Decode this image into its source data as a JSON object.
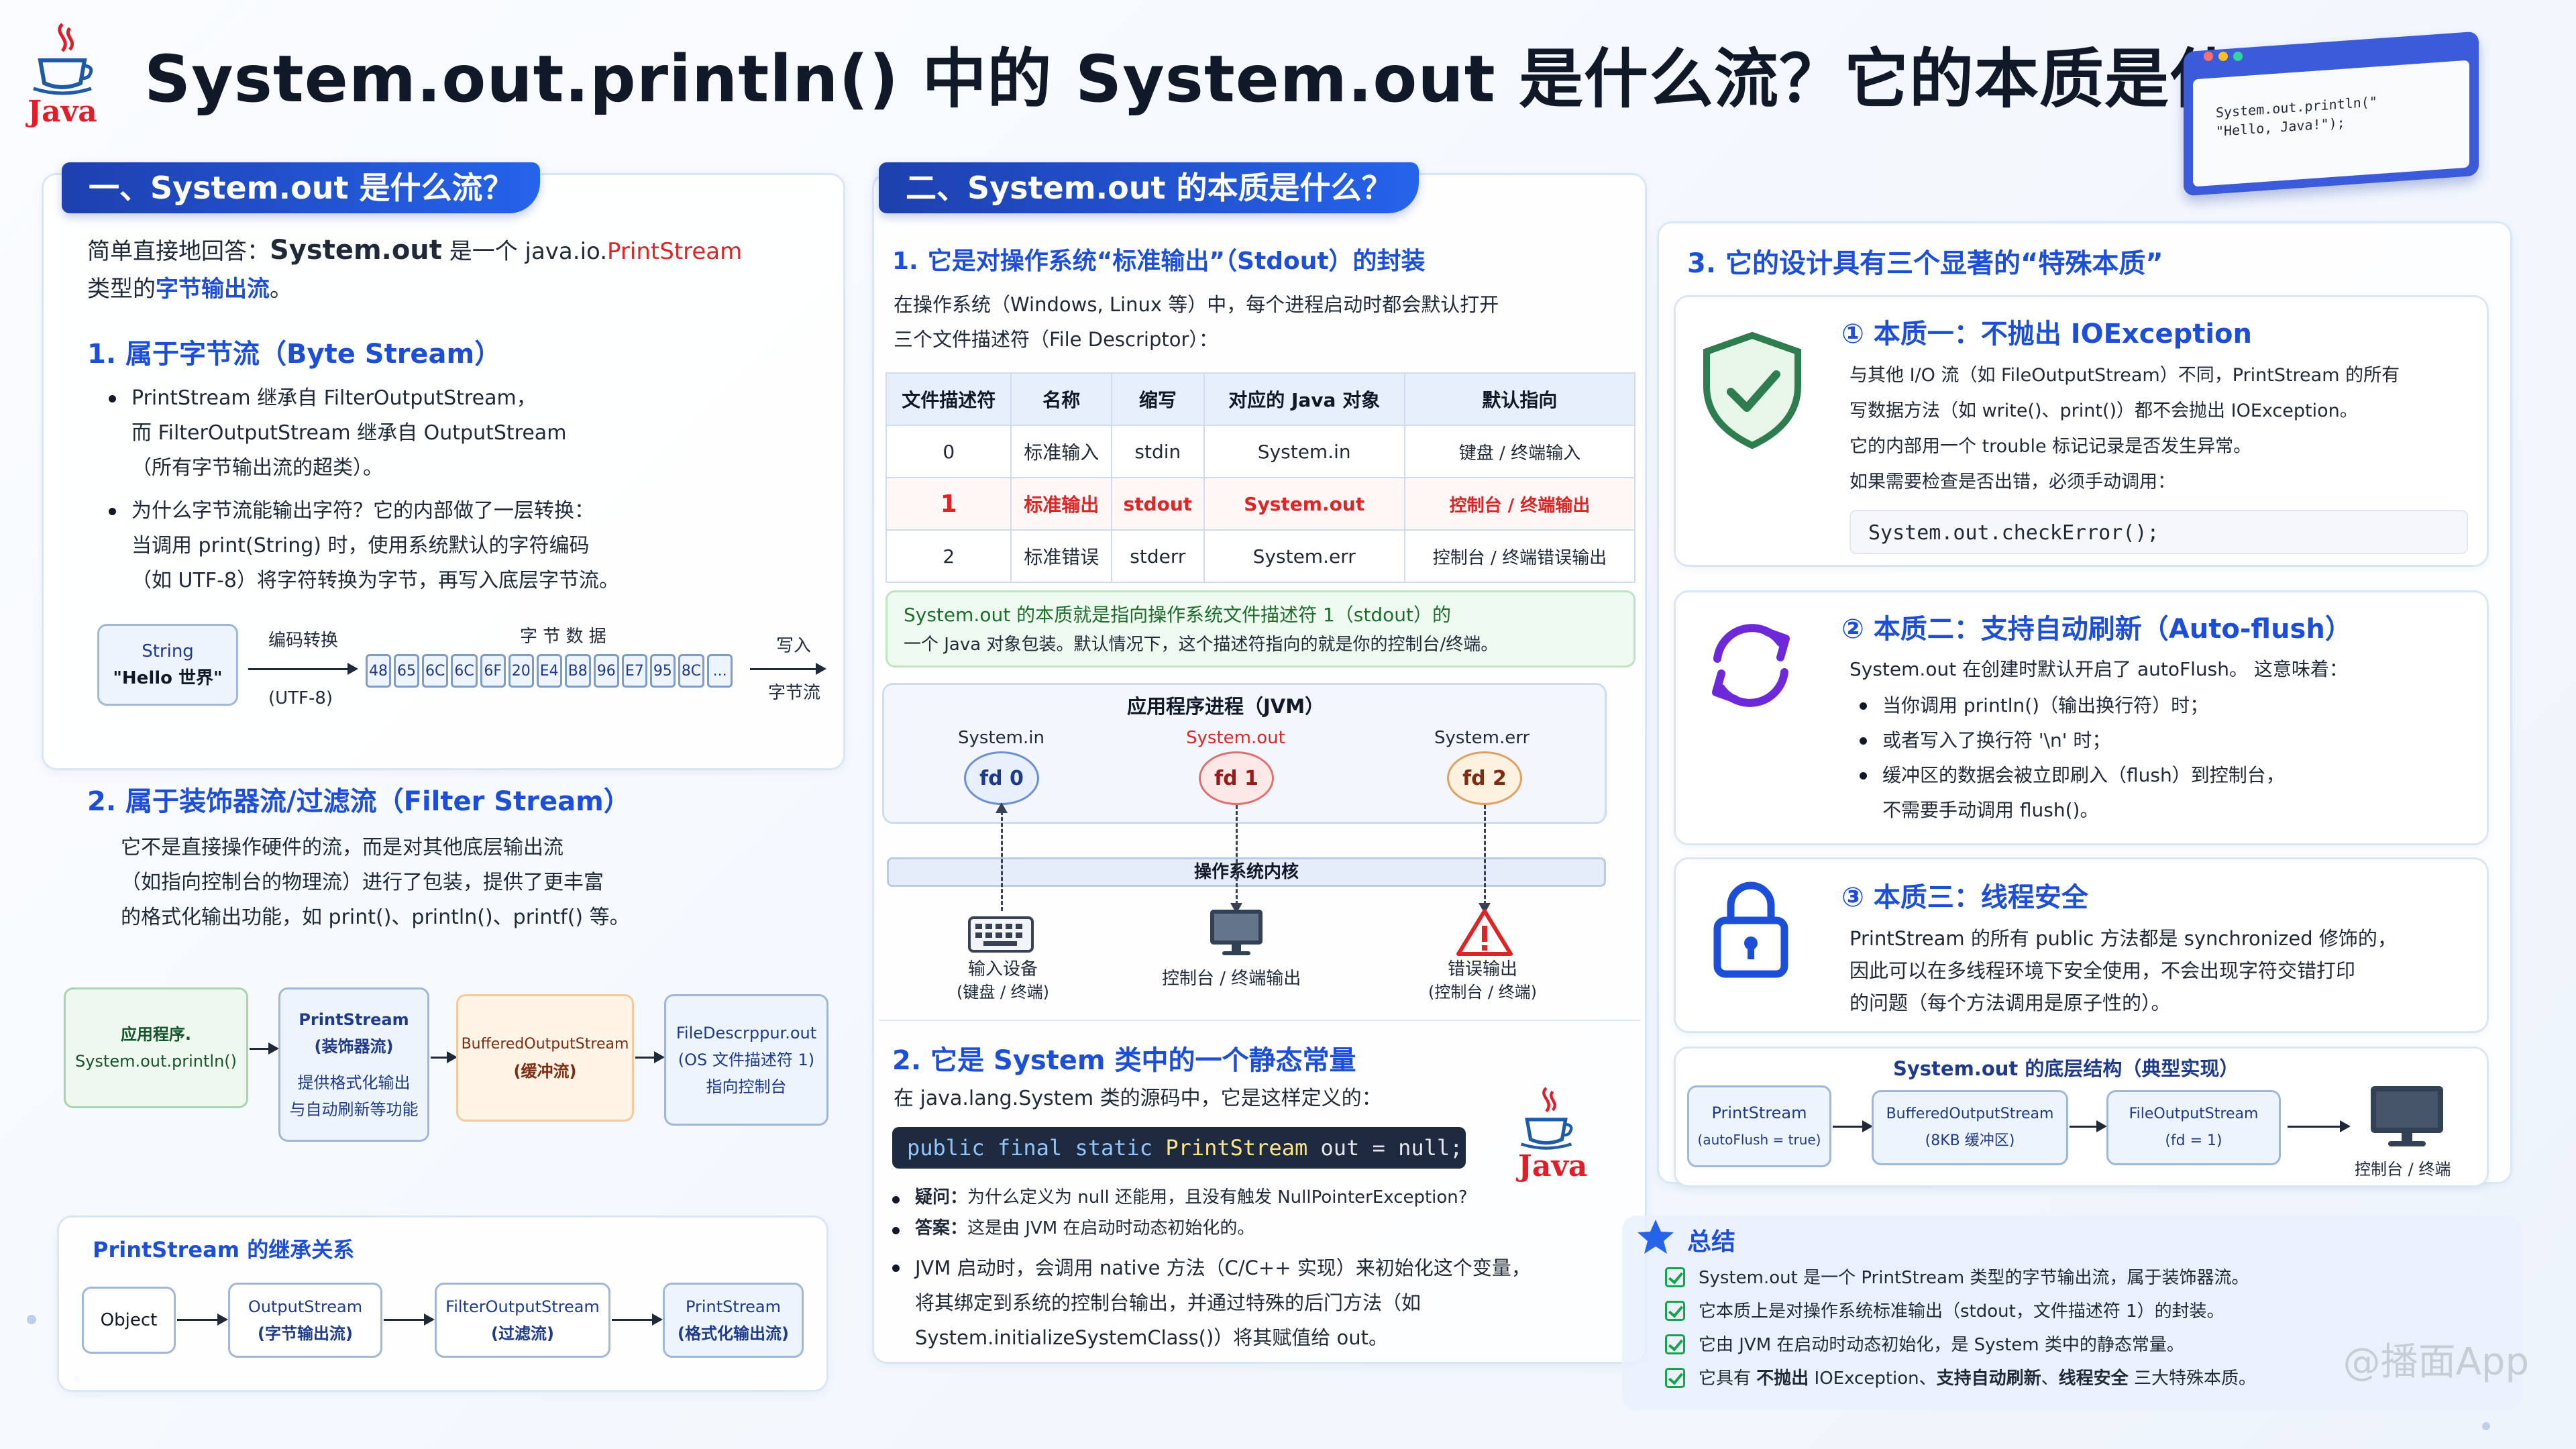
{
  "header": {
    "title": "System.out.println() 中的 System.out 是什么流？它的本质是什么？",
    "logo_text": "Java",
    "monitor_code_1": "System.out.println(\"",
    "monitor_code_2": "\"Hello, Java!\");"
  },
  "left": {
    "section_title": "一、System.out 是什么流？",
    "intro_1_a": "简单直接地回答：",
    "intro_1_b": "System.out",
    "intro_1_c": " 是一个 java.io.",
    "intro_1_d": "PrintStream",
    "intro_2_a": "类型的",
    "intro_2_b": "字节输出流",
    "intro_2_c": "。",
    "s1_num": "1.",
    "s1_title": "属于字节流（Byte Stream）",
    "s1_b1_l1": "PrintStream 继承自 FilterOutputStream，",
    "s1_b1_l2": "而 FilterOutputStream 继承自 OutputStream",
    "s1_b1_l3": "（所有字节输出流的超类）。",
    "s1_b2_l1": "为什么字节流能输出字符？它的内部做了一层转换：",
    "s1_b2_l2": "当调用 print(String) 时，使用系统默认的字符编码",
    "s1_b2_l3": "（如 UTF-8）将字符转换为字节，再写入底层字节流。",
    "enc": {
      "string_label": "String",
      "string_value": "\"Hello 世界\"",
      "encode_label": "编码转换",
      "utf8": "(UTF-8)",
      "bytes_label": "字 节 数 据",
      "bytes": [
        "48",
        "65",
        "6C",
        "6C",
        "6F",
        "20",
        "E4",
        "B8",
        "96",
        "E7",
        "95",
        "8C",
        "..."
      ],
      "write": "写入",
      "byte_stream": "字节流"
    },
    "s2_num": "2.",
    "s2_title": "属于装饰器流/过滤流（Filter Stream）",
    "s2_l1": "它不是直接操作硬件的流，而是对其他底层输出流",
    "s2_l2": "（如指向控制台的物理流）进行了包装，提供了更丰富",
    "s2_l3": "的格式化输出功能，如 print()、println()、printf() 等。",
    "chain": {
      "app_l1": "应用程序.",
      "app_l2": "System.out.println()",
      "ps_l1": "PrintStream",
      "ps_l2": "(装饰器流)",
      "ps_l3": "提供格式化输出",
      "ps_l4": "与自动刷新等功能",
      "bos_l1": "BufferedOutputStream",
      "bos_l2": "(缓冲流)",
      "fd_l1": "FileDescrppur.out",
      "fd_l2": "(OS 文件描述符 1)",
      "fd_l3": "指向控制台"
    },
    "inherit": {
      "title": "PrintStream 的继承关系",
      "object": "Object",
      "os_l1": "OutputStream",
      "os_l2": "(字节输出流)",
      "fos_l1": "FilterOutputStream",
      "fos_l2": "(过滤流)",
      "ps_l1": "PrintStream",
      "ps_l2": "(格式化输出流)"
    }
  },
  "middle": {
    "section_title": "二、System.out 的本质是什么？",
    "s1_num": "1.",
    "s1_title": "它是对操作系统“标准输出”（Stdout）的封装",
    "s1_l1": "在操作系统（Windows, Linux 等）中，每个进程启动时都会默认打开",
    "s1_l2": "三个文件描述符（File Descriptor）：",
    "table": {
      "headers": [
        "文件描述符",
        "名称",
        "缩写",
        "对应的 Java 对象",
        "默认指向"
      ],
      "rows": [
        [
          "0",
          "标准输入",
          "stdin",
          "System.in",
          "键盘 / 终端输入"
        ],
        [
          "1",
          "标准输出",
          "stdout",
          "System.out",
          "控制台 / 终端输出"
        ],
        [
          "2",
          "标准错误",
          "stderr",
          "System.err",
          "控制台 / 终端错误输出"
        ]
      ]
    },
    "note_l1": "System.out 的本质就是指向操作系统文件描述符 1（stdout）的",
    "note_l2": "一个 Java 对象包装。默认情况下，这个描述符指向的就是你的控制台/终端。",
    "jvm": {
      "title": "应用程序进程（JVM）",
      "in_label": "System.in",
      "out_label": "System.out",
      "err_label": "System.err",
      "fd0": "fd 0",
      "fd1": "fd 1",
      "fd2": "fd 2",
      "kernel": "操作系统内核",
      "dev_in_l1": "输入设备",
      "dev_in_l2": "(键盘 / 终端)",
      "dev_out": "控制台 / 终端输出",
      "dev_err_l1": "错误输出",
      "dev_err_l2": "(控制台 / 终端)"
    },
    "s2_num": "2.",
    "s2_title": "它是 System 类中的一个静态常量",
    "s2_l1": "在 java.lang.System 类的源码中，它是这样定义的：",
    "code": {
      "k1": "public final static ",
      "k2": "PrintStream ",
      "k3": "out = null;"
    },
    "qa": [
      {
        "label": "疑问：",
        "text": "为什么定义为 null 还能用，且没有触发 NullPointerException?"
      },
      {
        "label": "答案：",
        "text": "这是由 JVM 在启动时动态初始化的。"
      }
    ],
    "jvm_l1": "JVM 启动时，会调用 native 方法（C/C++ 实现）来初始化这个变量，",
    "jvm_l2": "将其绑定到系统的控制台输出，并通过特殊的后门方法（如",
    "jvm_l3": "System.initializeSystemClass()）将其赋值给 out。",
    "java_word": "Java"
  },
  "right": {
    "s3_num": "3.",
    "s3_title": "它的设计具有三个显著的“特殊本质”",
    "c1": {
      "title": "① 本质一：不抛出 IOException",
      "l1": "与其他 I/O 流（如 FileOutputStream）不同，PrintStream 的所有",
      "l2": "写数据方法（如 write()、print()）都不会抛出 IOException。",
      "l3": "它的内部用一个 trouble 标记记录是否发生异常。",
      "l4": "如果需要检查是否出错，必须手动调用：",
      "code": "System.out.checkError();"
    },
    "c2": {
      "title": "② 本质二：支持自动刷新（Auto-flush）",
      "l1": "System.out 在创建时默认开启了 autoFlush。 这意味着：",
      "b1": "当你调用 println()（输出换行符）时；",
      "b2": "或者写入了换行符 '\\n' 时；",
      "b3_l1": "缓冲区的数据会被立即刷入（flush）到控制台，",
      "b3_l2": "不需要手动调用 flush()。"
    },
    "c3": {
      "title": "③ 本质三：线程安全",
      "l1": "PrintStream 的所有 public 方法都是 synchronized 修饰的，",
      "l2": "因此可以在多线程环境下安全使用，不会出现字符交错打印",
      "l3": "的问题（每个方法调用是原子性的）。"
    },
    "impl": {
      "title": "System.out 的底层结构（典型实现）",
      "ps_l1": "PrintStream",
      "ps_l2": "(autoFlush = true)",
      "bos_l1": "BufferedOutputStream",
      "bos_l2": "(8KB 缓冲区)",
      "fos_l1": "FileOutputStream",
      "fos_l2": "(fd = 1)",
      "console": "控制台 / 终端"
    },
    "summary": {
      "title": "总结",
      "items": [
        {
          "parts": [
            {
              "t": "System.out 是一个 PrintStream 类型的字节输出流，属于装饰器流。",
              "b": false
            }
          ]
        },
        {
          "parts": [
            {
              "t": "它本质上是对操作系统标准输出（stdout，文件描述符 1）的封装。",
              "b": false
            }
          ]
        },
        {
          "parts": [
            {
              "t": "它由 JVM 在启动时动态初始化，是 System 类中的静态常量。",
              "b": false
            }
          ]
        },
        {
          "parts": [
            {
              "t": "它具有 ",
              "b": false
            },
            {
              "t": "不抛出",
              "b": true
            },
            {
              "t": " IOException、",
              "b": false
            },
            {
              "t": "支持自动刷新",
              "b": true
            },
            {
              "t": "、",
              "b": false
            },
            {
              "t": "线程安全",
              "b": true
            },
            {
              "t": " 三大特殊本质。",
              "b": false
            }
          ]
        }
      ]
    }
  },
  "watermark": "@播面App",
  "colors": {
    "primary": "#1d4ed8",
    "accent_red": "#dc2626",
    "green": "#16a34a",
    "purple": "#6d28d9"
  }
}
